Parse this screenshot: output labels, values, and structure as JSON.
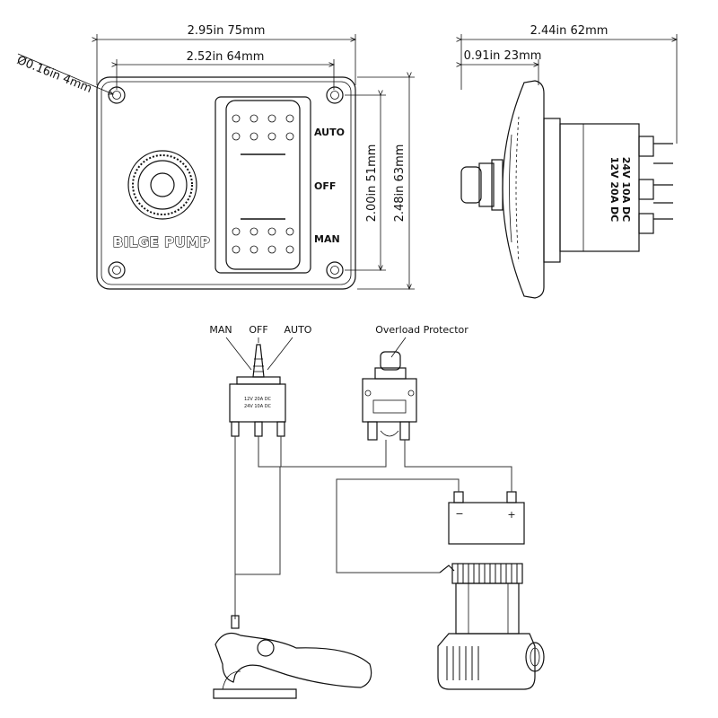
{
  "front_view": {
    "dim_width": "2.95in 75mm",
    "dim_hole_spacing": "2.52in 64mm",
    "dim_hole_dia": "Ø0.16in 4mm",
    "dim_hole_v": "2.00in 51mm",
    "dim_height": "2.48in 63mm",
    "label_auto": "AUTO",
    "label_off": "OFF",
    "label_man": "MAN",
    "brand": "BILGE PUMP"
  },
  "side_view": {
    "dim_depth": "2.44in 62mm",
    "dim_front": "0.91in 23mm",
    "rating_line1": "12V 20A DC",
    "rating_line2": "24V 10A DC"
  },
  "wiring": {
    "switch_label_man": "MAN",
    "switch_label_off": "OFF",
    "switch_label_auto": "AUTO",
    "protector_label": "Overload Protector",
    "switch_rating_1": "12V 20A DC",
    "switch_rating_2": "24V 10A DC",
    "battery_minus": "−",
    "battery_plus": "+"
  }
}
